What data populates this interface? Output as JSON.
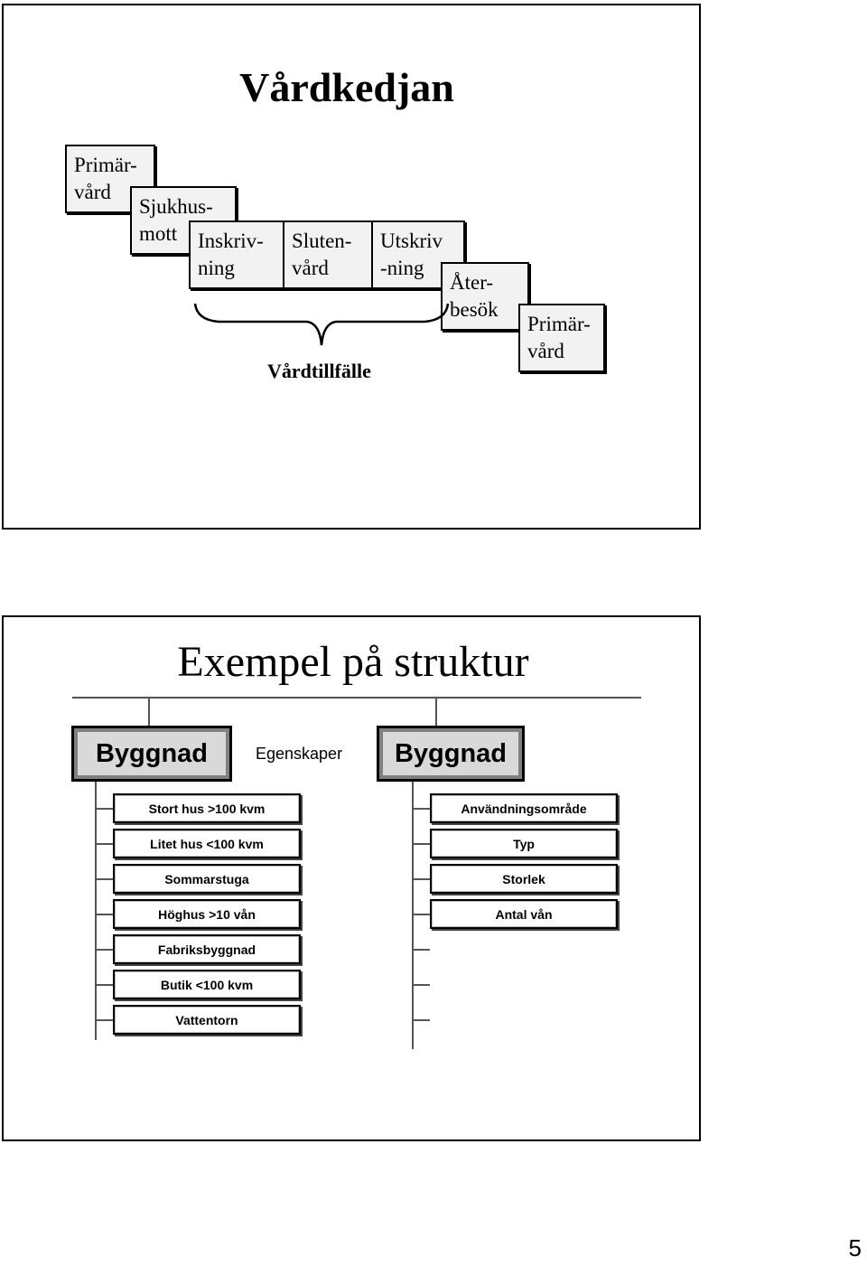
{
  "slide1": {
    "title": "Vårdkedjan",
    "steps": [
      {
        "line1": "Primär-",
        "line2": "vård"
      },
      {
        "line1": "Sjukhus-",
        "line2": "mott"
      },
      {
        "line1": "Inskriv-",
        "line2": "ning"
      },
      {
        "line1": "Sluten-",
        "line2": "vård"
      },
      {
        "line1": "Utskriv",
        "line2": "-ning"
      },
      {
        "line1": "Åter-",
        "line2": "besök"
      },
      {
        "line1": "Primär-",
        "line2": "vård"
      }
    ],
    "brace_label": "Vårdtillfälle"
  },
  "slide2": {
    "title": "Exempel på struktur",
    "left_entity": "Byggnad",
    "middle_label": "Egenskaper",
    "right_entity": "Byggnad",
    "left_items": [
      "Stort hus  >100 kvm",
      "Litet hus  <100 kvm",
      "Sommarstuga",
      "Höghus  >10 vån",
      "Fabriksbyggnad",
      "Butik  <100 kvm",
      "Vattentorn"
    ],
    "right_items": [
      "Användningsområde",
      "Typ",
      "Storlek",
      "Antal vån"
    ]
  },
  "page_number": "5"
}
